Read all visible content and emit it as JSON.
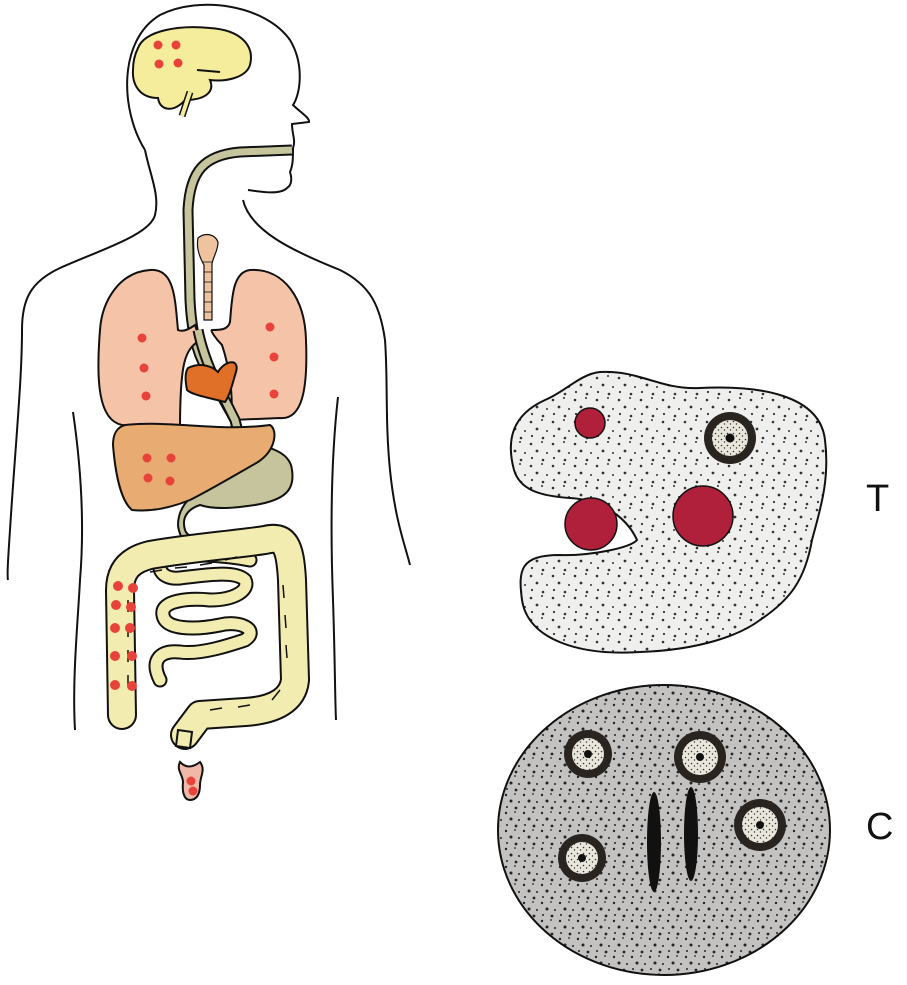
{
  "figure": {
    "description": "Human body silhouette showing organs affected by amoeba, with trophozoite and cyst stages",
    "colors": {
      "outline": "#111111",
      "brain": "#f5ec9c",
      "lesion_dot": "#e8433a",
      "lungs": "#f5c4a8",
      "heart": "#e07027",
      "liver": "#e8ac72",
      "trachea": "#f0c3a0",
      "gi_tract": "#c5c49c",
      "intestine": "#f2ecb0",
      "anus": "#efb8a8",
      "trophozoite_body": "#efefed",
      "ingested_rbc": "#b0203a",
      "cyst_body": "#c3c2c0",
      "nucleus_ring": "#2a2420"
    },
    "body": {
      "organs": [
        {
          "name": "brain",
          "lesions": 4
        },
        {
          "name": "left-lung",
          "lesions": 3
        },
        {
          "name": "right-lung",
          "lesions": 3
        },
        {
          "name": "heart",
          "lesions": 0
        },
        {
          "name": "liver",
          "lesions": 4
        },
        {
          "name": "stomach",
          "lesions": 0
        },
        {
          "name": "colon",
          "lesions": 10
        },
        {
          "name": "small-intestine",
          "lesions": 0
        },
        {
          "name": "anus",
          "lesions": 2
        }
      ]
    },
    "trophozoite": {
      "label": "T",
      "ingested_red_cells": 3,
      "nuclei": 1
    },
    "cyst": {
      "label": "C",
      "nuclei": 4,
      "chromatoid_bodies": 2
    }
  }
}
